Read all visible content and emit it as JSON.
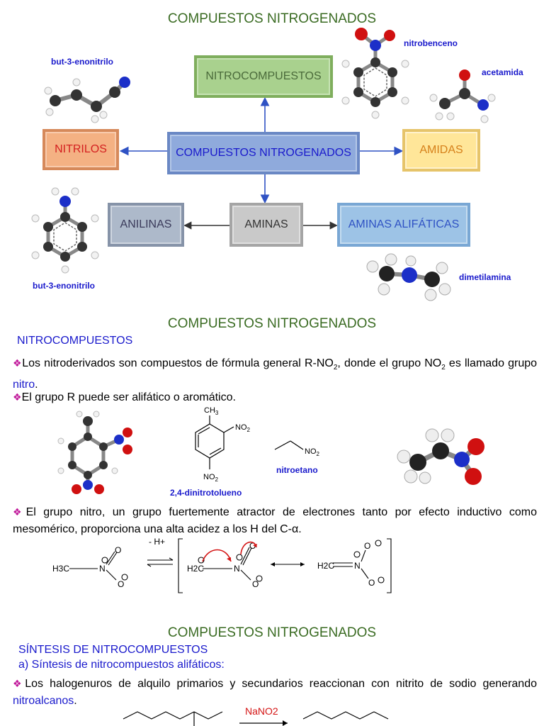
{
  "slide1": {
    "title": "COMPUESTOS NITROGENADOS",
    "boxes": {
      "nitrocompuestos": "NITROCOMPUESTOS",
      "center": "COMPUESTOS NITROGENADOS",
      "nitrilos": "NITRILOS",
      "amidas": "AMIDAS",
      "anilinas": "ANILINAS",
      "aminas": "AMINAS",
      "aminas_alifaticas": "AMINAS ALIFÁTICAS"
    },
    "labels": {
      "but3": "but-3-enonitrilo",
      "nitrobenceno": "nitrobenceno",
      "acetamida": "acetamida",
      "but3_b": "but-3-enonitrilo",
      "dimetilamina": "dimetilamina"
    }
  },
  "slide2": {
    "title": "COMPUESTOS NITROGENADOS",
    "heading": "NITROCOMPUESTOS",
    "p1_a": "Los nitroderivados son compuestos de fórmula general R-NO",
    "p1_sub1": "2",
    "p1_b": ", donde el grupo NO",
    "p1_sub2": "2",
    "p1_c": " es llamado grupo ",
    "p1_link": "nitro",
    "p1_end": ".",
    "p2": "El grupo R puede ser alifático o aromático.",
    "label_dnt": "2,4-dinitrotolueno",
    "label_nitroetano": "nitroetano",
    "struct": {
      "ch3": "CH3",
      "no2": "NO2"
    },
    "p3": "El grupo nitro, un grupo fuertemente atractor de electrones tanto por efecto inductivo como mesomérico, proporciona una alta acidez a los H del C-α.",
    "scheme": {
      "h3c": "H3C",
      "h2c": "H2C",
      "minus_h": "- H+",
      "n": "N",
      "o": "O"
    }
  },
  "slide3": {
    "title": "COMPUESTOS NITROGENADOS",
    "heading1": "SÍNTESIS DE NITROCOMPUESTOS",
    "heading2": "a) Síntesis de nitrocompuestos alifáticos:",
    "p_a": "Los halogenuros de alquilo primarios y secundarios reaccionan con nitrito de sodio generando ",
    "p_link": "nitroalcanos",
    "p_end": ".",
    "reagent": "NaNO2"
  },
  "colors": {
    "title_green": "#3a6b22",
    "blue_text": "#1a1acc",
    "bullet": "#c0189a",
    "box_green": "#a9d18e",
    "box_blue": "#8faadc",
    "box_orange": "#f4b183",
    "box_yellow": "#ffe699",
    "box_slate": "#adb9ca",
    "box_gray": "#c9c9c9",
    "box_lightblue": "#9dc3e6"
  }
}
